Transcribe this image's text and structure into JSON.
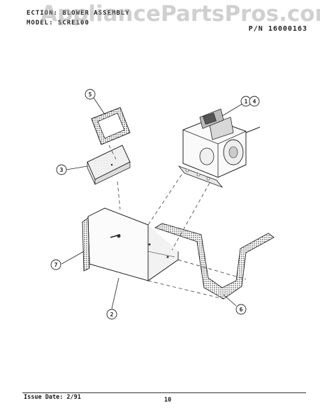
{
  "header": {
    "section_text": "ECTION: BLOWER ASSEMBLY",
    "model_text": "MODEL: SCRE100",
    "part_number": "P/N 16000163"
  },
  "watermark": "AppliancePartsPros.com",
  "footer": {
    "issue_date": "Issue Date: 2/91",
    "page_number": "10"
  },
  "callouts": {
    "c1": "1",
    "c4": "4",
    "c2": "2",
    "c3": "3",
    "c5": "5",
    "c6": "6",
    "c7": "7"
  },
  "colors": {
    "ink": "#222222",
    "watermark": "#969696",
    "background": "#ffffff"
  }
}
